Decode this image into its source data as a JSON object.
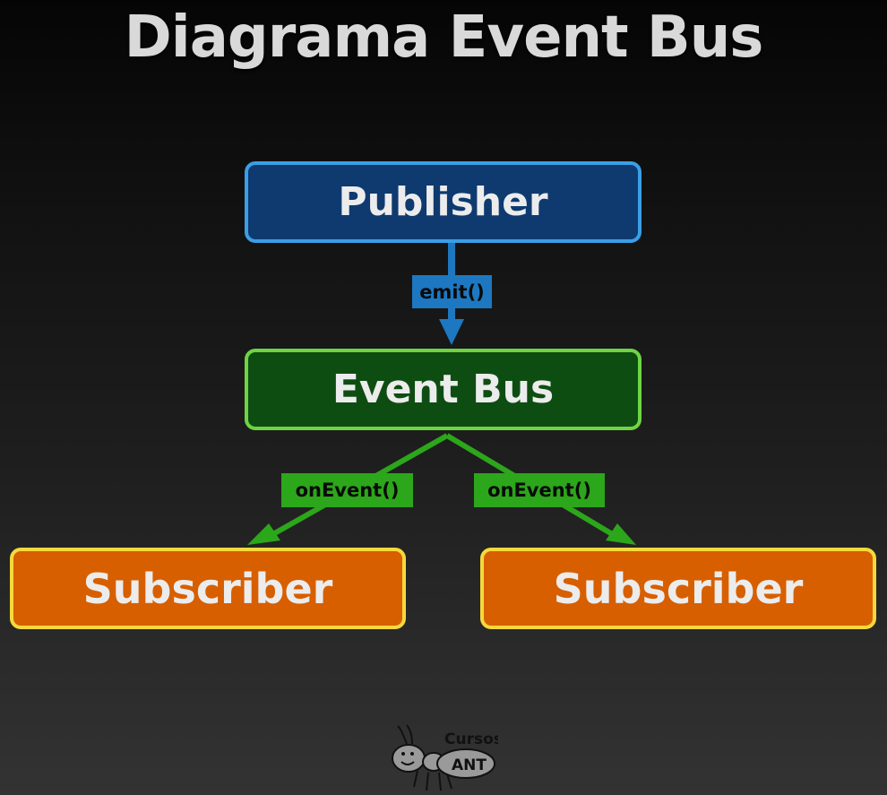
{
  "title": "Diagrama Event Bus",
  "nodes": {
    "publisher": "Publisher",
    "event_bus": "Event Bus",
    "subscriber_left": "Subscriber",
    "subscriber_right": "Subscriber"
  },
  "edges": {
    "emit": "emit()",
    "on_event_left": "onEvent()",
    "on_event_right": "onEvent()"
  },
  "logo": {
    "line1": "Cursos",
    "line2": "ANT"
  },
  "colors": {
    "publisher_fill": "#0e3a70",
    "publisher_border": "#3a9fe6",
    "event_bus_fill": "#0e4d12",
    "event_bus_border": "#6fd444",
    "subscriber_fill": "#d75f00",
    "subscriber_border": "#f5d93c",
    "emit_arrow": "#1d78c1",
    "on_event_arrow": "#2ca61a"
  }
}
